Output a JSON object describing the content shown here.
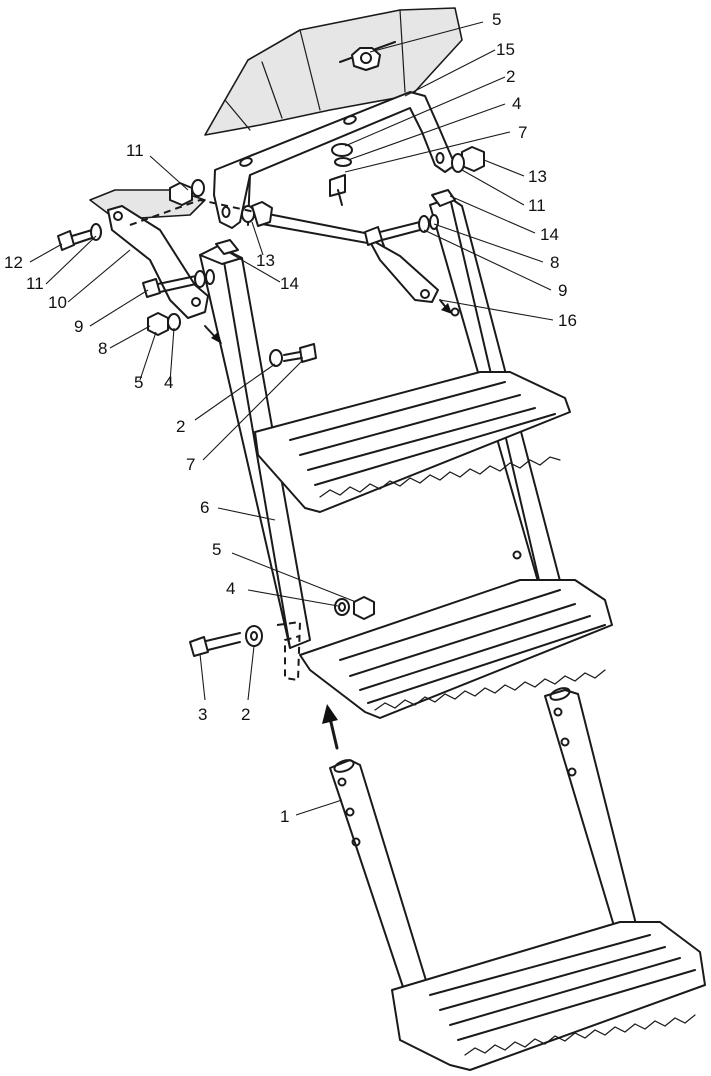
{
  "callouts": [
    {
      "id": "c5a",
      "text": "5"
    },
    {
      "id": "c15",
      "text": "15"
    },
    {
      "id": "c2a",
      "text": "2"
    },
    {
      "id": "c4a",
      "text": "4"
    },
    {
      "id": "c7a",
      "text": "7"
    },
    {
      "id": "c13a",
      "text": "13"
    },
    {
      "id": "c11a",
      "text": "11"
    },
    {
      "id": "c14a",
      "text": "14"
    },
    {
      "id": "c8a",
      "text": "8"
    },
    {
      "id": "c9a",
      "text": "9"
    },
    {
      "id": "c16",
      "text": "16"
    },
    {
      "id": "c11b",
      "text": "11"
    },
    {
      "id": "c12",
      "text": "12"
    },
    {
      "id": "c11c",
      "text": "11"
    },
    {
      "id": "c13b",
      "text": "13"
    },
    {
      "id": "c14b",
      "text": "14"
    },
    {
      "id": "c10",
      "text": "10"
    },
    {
      "id": "c9b",
      "text": "9"
    },
    {
      "id": "c8b",
      "text": "8"
    },
    {
      "id": "c5b",
      "text": "5"
    },
    {
      "id": "c4b",
      "text": "4"
    },
    {
      "id": "c2b",
      "text": "2"
    },
    {
      "id": "c7b",
      "text": "7"
    },
    {
      "id": "c6",
      "text": "6"
    },
    {
      "id": "c5c",
      "text": "5"
    },
    {
      "id": "c4c",
      "text": "4"
    },
    {
      "id": "c3",
      "text": "3"
    },
    {
      "id": "c2c",
      "text": "2"
    },
    {
      "id": "c1",
      "text": "1"
    }
  ]
}
